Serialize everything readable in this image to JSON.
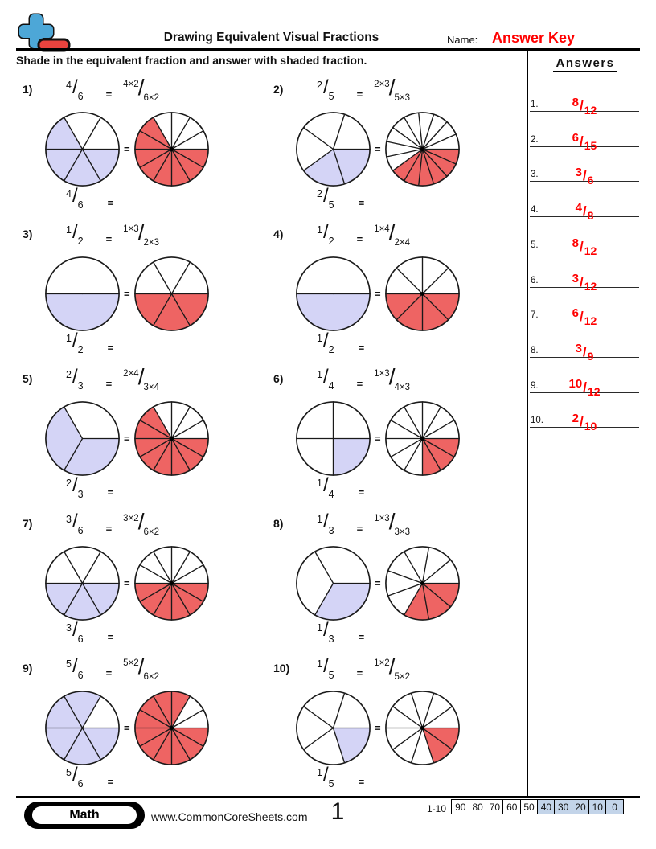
{
  "header": {
    "title": "Drawing Equivalent Visual Fractions",
    "name_label": "Name:",
    "answer_key_label": "Answer Key",
    "instruction": "Shade in the equivalent fraction and answer with shaded fraction.",
    "logo_icon": "plus-icon"
  },
  "symbols": {
    "equals": "=",
    "slash": "/"
  },
  "problems": [
    {
      "label": "1)",
      "num": "4",
      "den": "6",
      "eq_num": "4×2",
      "eq_den": "6×2",
      "left_pie": {
        "slices": 6,
        "shaded": 4
      },
      "right_pie": {
        "slices": 12,
        "shaded": 8
      }
    },
    {
      "label": "2)",
      "num": "2",
      "den": "5",
      "eq_num": "2×3",
      "eq_den": "5×3",
      "left_pie": {
        "slices": 5,
        "shaded": 2
      },
      "right_pie": {
        "slices": 15,
        "shaded": 6
      }
    },
    {
      "label": "3)",
      "num": "1",
      "den": "2",
      "eq_num": "1×3",
      "eq_den": "2×3",
      "left_pie": {
        "slices": 2,
        "shaded": 1
      },
      "right_pie": {
        "slices": 6,
        "shaded": 3
      }
    },
    {
      "label": "4)",
      "num": "1",
      "den": "2",
      "eq_num": "1×4",
      "eq_den": "2×4",
      "left_pie": {
        "slices": 2,
        "shaded": 1
      },
      "right_pie": {
        "slices": 8,
        "shaded": 4
      }
    },
    {
      "label": "5)",
      "num": "2",
      "den": "3",
      "eq_num": "2×4",
      "eq_den": "3×4",
      "left_pie": {
        "slices": 3,
        "shaded": 2
      },
      "right_pie": {
        "slices": 12,
        "shaded": 8
      }
    },
    {
      "label": "6)",
      "num": "1",
      "den": "4",
      "eq_num": "1×3",
      "eq_den": "4×3",
      "left_pie": {
        "slices": 4,
        "shaded": 1
      },
      "right_pie": {
        "slices": 12,
        "shaded": 3
      }
    },
    {
      "label": "7)",
      "num": "3",
      "den": "6",
      "eq_num": "3×2",
      "eq_den": "6×2",
      "left_pie": {
        "slices": 6,
        "shaded": 3
      },
      "right_pie": {
        "slices": 12,
        "shaded": 6
      }
    },
    {
      "label": "8)",
      "num": "1",
      "den": "3",
      "eq_num": "1×3",
      "eq_den": "3×3",
      "left_pie": {
        "slices": 3,
        "shaded": 1
      },
      "right_pie": {
        "slices": 9,
        "shaded": 3
      }
    },
    {
      "label": "9)",
      "num": "5",
      "den": "6",
      "eq_num": "5×2",
      "eq_den": "6×2",
      "left_pie": {
        "slices": 6,
        "shaded": 5
      },
      "right_pie": {
        "slices": 12,
        "shaded": 10
      }
    },
    {
      "label": "10)",
      "num": "1",
      "den": "5",
      "eq_num": "1×2",
      "eq_den": "5×2",
      "left_pie": {
        "slices": 5,
        "shaded": 1
      },
      "right_pie": {
        "slices": 10,
        "shaded": 2
      }
    }
  ],
  "answers_panel": {
    "title": "Answers",
    "items": [
      {
        "label": "1.",
        "num": "8",
        "den": "12"
      },
      {
        "label": "2.",
        "num": "6",
        "den": "15"
      },
      {
        "label": "3.",
        "num": "3",
        "den": "6"
      },
      {
        "label": "4.",
        "num": "4",
        "den": "8"
      },
      {
        "label": "5.",
        "num": "8",
        "den": "12"
      },
      {
        "label": "6.",
        "num": "3",
        "den": "12"
      },
      {
        "label": "7.",
        "num": "6",
        "den": "12"
      },
      {
        "label": "8.",
        "num": "3",
        "den": "9"
      },
      {
        "label": "9.",
        "num": "10",
        "den": "12"
      },
      {
        "label": "10.",
        "num": "2",
        "den": "10"
      }
    ]
  },
  "footer": {
    "badge_label": "Math",
    "website": "www.CommonCoreSheets.com",
    "page_number": "1",
    "scale_label": "1-10",
    "grades": [
      "90",
      "80",
      "70",
      "60",
      "50",
      "40",
      "30",
      "20",
      "10",
      "0"
    ],
    "grade_blue_start": 5
  },
  "colors": {
    "pie_lavender": "#d4d4f6",
    "pie_red": "#ee6463",
    "answer_red": "#ff0000",
    "grade_blue": "#c3d4e9",
    "logo_blue": "#4da7d7",
    "logo_red": "#e8433e"
  }
}
